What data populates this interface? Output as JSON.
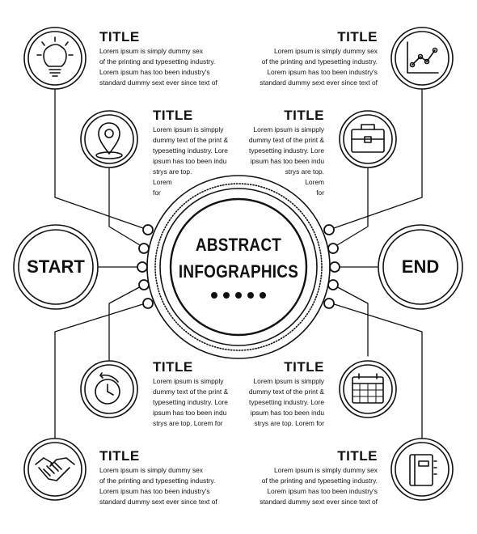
{
  "center": {
    "line1": "ABSTRACT",
    "line2": "INFOGRAPHICS"
  },
  "start_label": "START",
  "end_label": "END",
  "blocks": [
    {
      "title": "TITLE",
      "icon": "lightbulb-icon",
      "lines": [
        "Lorem ipsum is simply dummy sex",
        "of the printing and typesetting industry.",
        "Lorem ipsum has too been industry's",
        "standard dummy sext ever since text of"
      ]
    },
    {
      "title": "TITLE",
      "icon": "chart-icon",
      "lines": [
        "Lorem ipsum is simply dummy sex",
        "of the printing and typesetting industry.",
        "Lorem ipsum has too been industry's",
        "standard dummy sext ever since text of"
      ]
    },
    {
      "title": "TITLE",
      "icon": "location-pin-icon",
      "lines": [
        "Lorem ipsum is simpply",
        "dummy text of the print &",
        "typesetting industry. Lore",
        "ipsum has too been indu",
        "strys are top.",
        "Lorem",
        "for"
      ]
    },
    {
      "title": "TITLE",
      "icon": "briefcase-icon",
      "lines": [
        "Lorem ipsum is simpply",
        "dummy text of the print &",
        "typesetting industry. Lore",
        "ipsum has too been indu",
        "strys are top.",
        "Lorem",
        "for"
      ]
    },
    {
      "title": "TITLE",
      "icon": "stopwatch-icon",
      "lines": [
        "Lorem ipsum is simpply",
        "dummy text of the print &",
        "typesetting industry. Lore",
        "ipsum has too been indu",
        "strys are top. Lorem for"
      ]
    },
    {
      "title": "TITLE",
      "icon": "calendar-icon",
      "lines": [
        "Lorem ipsum is simpply",
        "dummy text of the print &",
        "typesetting industry. Lore",
        "ipsum has too been indu",
        "strys are top. Lorem for"
      ]
    },
    {
      "title": "TITLE",
      "icon": "handshake-icon",
      "lines": [
        "Lorem ipsum is simply dummy sex",
        "of the printing and typesetting industry.",
        "Lorem ipsum has too been industry's",
        "standard dummy sext ever since text of"
      ]
    },
    {
      "title": "TITLE",
      "icon": "notebook-icon",
      "lines": [
        "Lorem ipsum is simply dummy sex",
        "of the printing and typesetting industry.",
        "Lorem ipsum has too been industry's",
        "standard dummy sext ever since text of"
      ]
    }
  ],
  "colors": {
    "ink": "#111111",
    "background": "#ffffff"
  }
}
